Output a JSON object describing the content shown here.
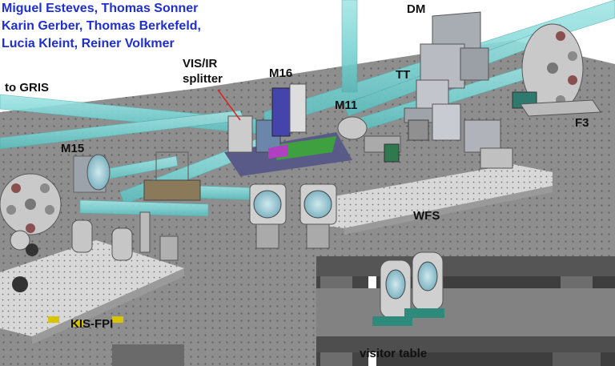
{
  "authors": [
    "Miguel Esteves, Thomas Sonner",
    "Karin Gerber, Thomas Berkefeld,",
    "Lucia Kleint, Reiner Volkmer"
  ],
  "labels": {
    "dm": "DM",
    "vis_ir_line1": "VIS/IR",
    "vis_ir_line2": "splitter",
    "to_gris": "to GRIS",
    "m16": "M16",
    "tt": "TT",
    "m11": "M11",
    "f3": "F3",
    "m15": "M15",
    "wfs": "WFS",
    "kis_fpi": "KIS-FPI",
    "visitor_table": "visitor table"
  },
  "colors": {
    "beam": "#7fd6d6",
    "beam_edge": "#4fb0b0",
    "table_top": "#8f8f8f",
    "table_side": "#5a5a5a",
    "author_text": "#1f2fd0",
    "pointer": "#e02020"
  }
}
